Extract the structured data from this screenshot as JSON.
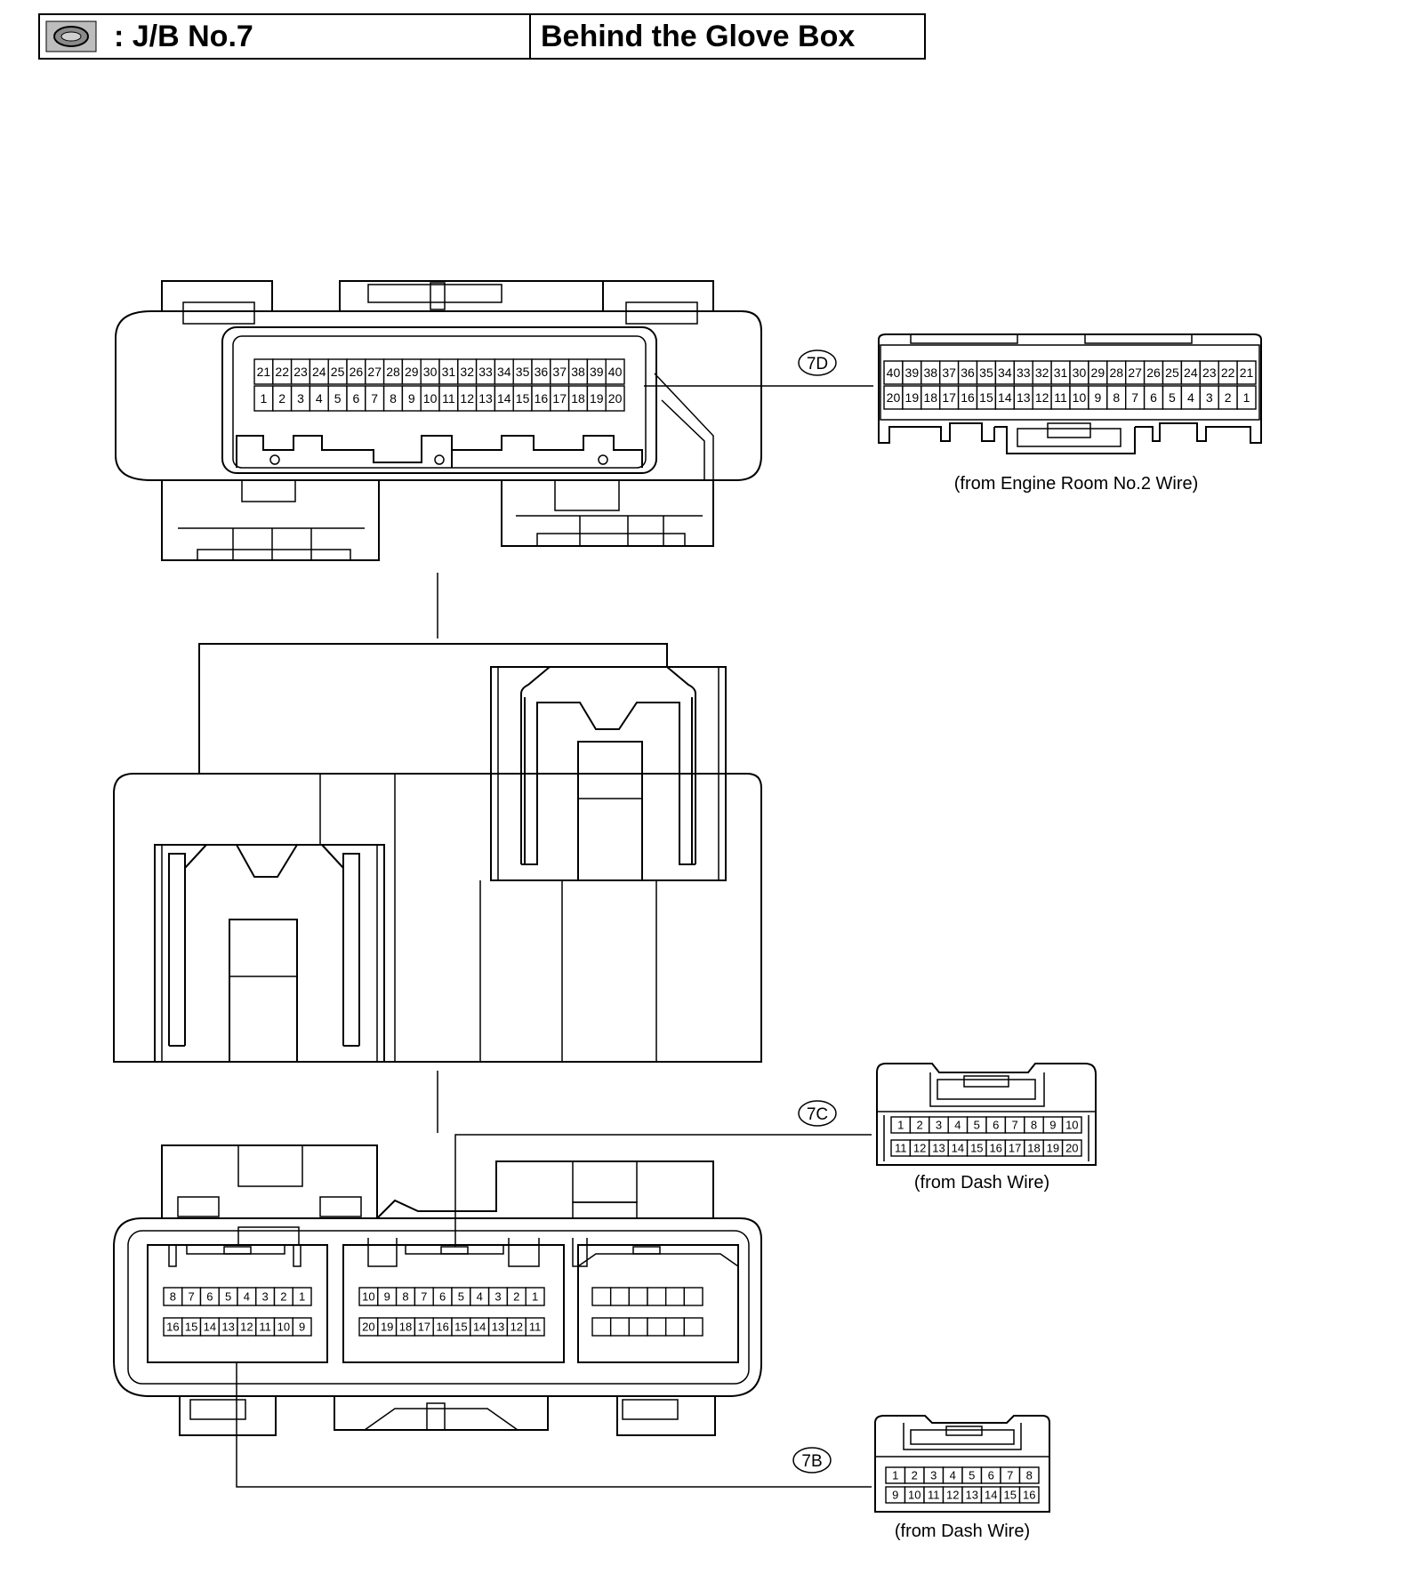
{
  "header": {
    "title": ": J/B No.7",
    "location": "Behind the Glove Box",
    "icon": "junction-block-icon"
  },
  "connectors": [
    {
      "id": "7D",
      "source": "(from Engine Room No.2 Wire)",
      "pins": 40,
      "per_row": 20
    },
    {
      "id": "7C",
      "source": "(from Dash Wire)",
      "pins": 20,
      "per_row": 10
    },
    {
      "id": "7B",
      "source": "(from Dash Wire)",
      "pins": 16,
      "per_row": 8
    }
  ],
  "jb_sockets": [
    {
      "ref": "7D",
      "pins": 40,
      "per_row": 20
    },
    {
      "ref": "7C",
      "pins": 20,
      "per_row": 10
    },
    {
      "ref": "7B",
      "pins": 16,
      "per_row": 8
    },
    {
      "ref": "",
      "pins": 12,
      "per_row": 6
    }
  ],
  "colors": {
    "line": "#000000",
    "background": "#ffffff",
    "icon_fill": "#9a9a9a"
  }
}
